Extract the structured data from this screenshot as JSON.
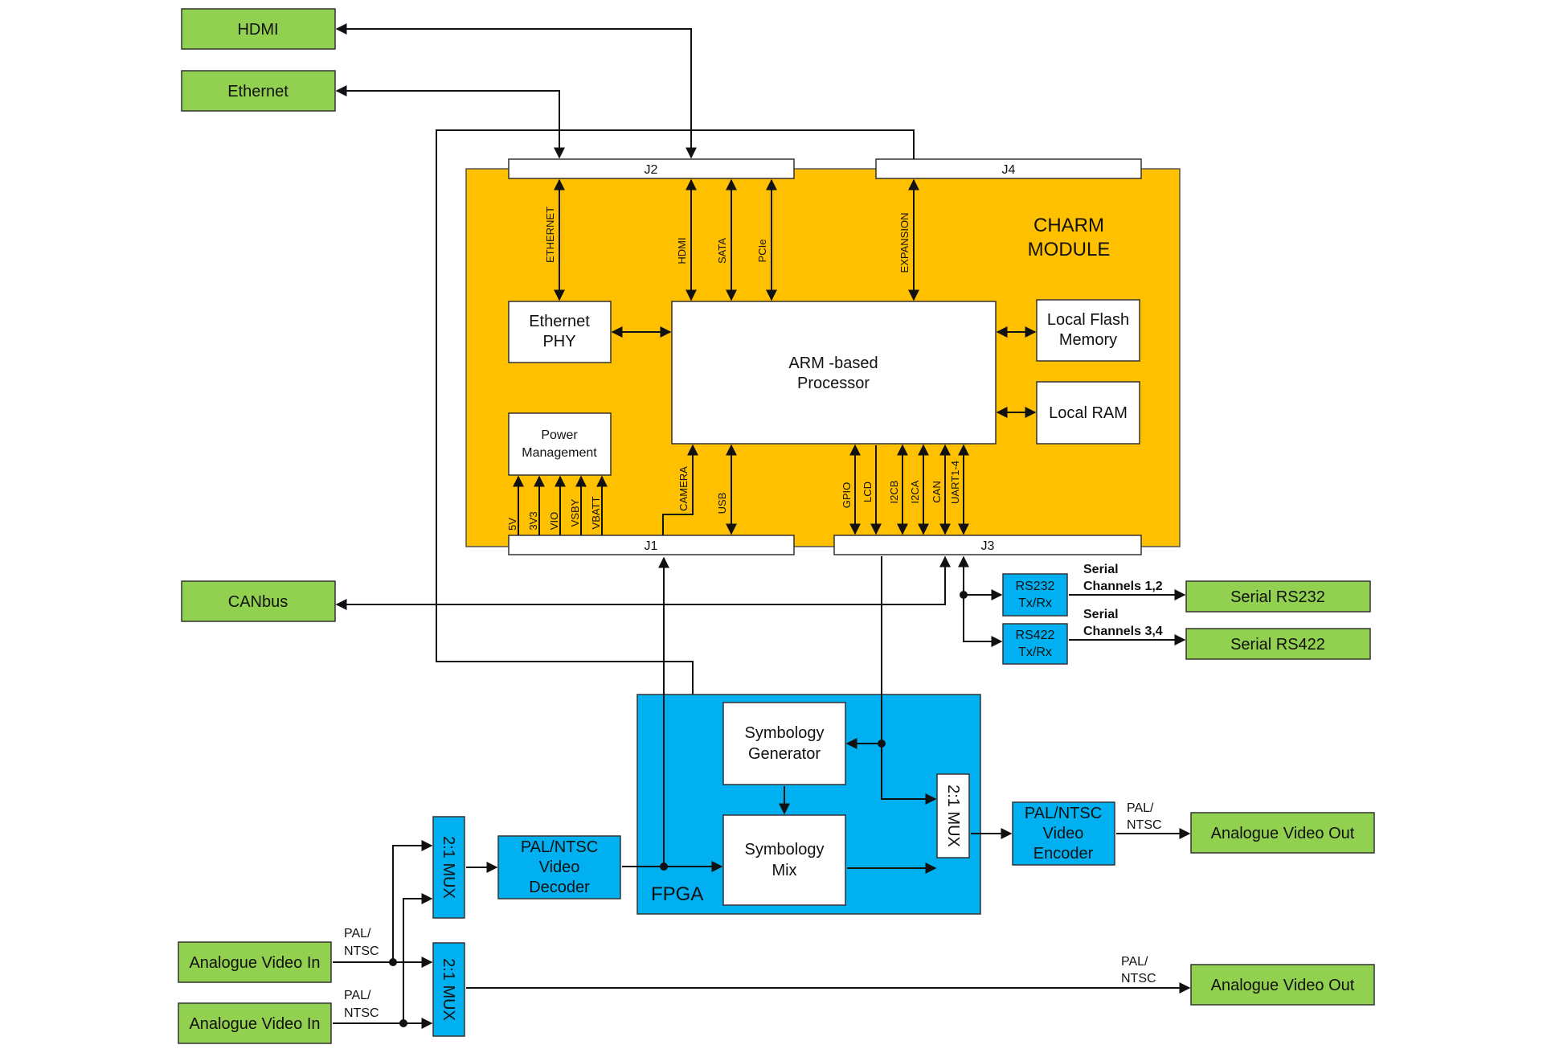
{
  "external": {
    "hdmi": "HDMI",
    "ethernet": "Ethernet",
    "canbus": "CANbus",
    "serial_rs232": "Serial RS232",
    "serial_rs422": "Serial RS422",
    "analogue_video_out": "Analogue Video Out",
    "analogue_video_in": "Analogue Video In"
  },
  "module": {
    "title_line1": "CHARM",
    "title_line2": "MODULE",
    "connectors": {
      "j1": "J1",
      "j2": "J2",
      "j3": "J3",
      "j4": "J4"
    },
    "ethernet_phy": [
      "Ethernet",
      "PHY"
    ],
    "processor": [
      "ARM -based",
      "Processor"
    ],
    "flash": [
      "Local Flash",
      "Memory"
    ],
    "ram": "Local RAM",
    "power": [
      "Power",
      "Management"
    ],
    "bus_labels": {
      "ethernet": "ETHERNET",
      "hdmi": "HDMI",
      "sata": "SATA",
      "pcie": "PCIe",
      "expansion": "EXPANSION",
      "camera": "CAMERA",
      "usb": "USB",
      "gpio": "GPIO",
      "lcd": "LCD",
      "i2cb": "I2CB",
      "i2ca": "I2CA",
      "can": "CAN",
      "uart": "UART1-4",
      "v5": "5V",
      "v3v3": "3V3",
      "vio": "VIO",
      "vsby": "VSBY",
      "vbatt": "VBATT"
    }
  },
  "serial": {
    "rs232": [
      "RS232",
      "Tx/Rx"
    ],
    "rs422": [
      "RS422",
      "Tx/Rx"
    ],
    "ch12": [
      "Serial",
      "Channels 1,2"
    ],
    "ch34": [
      "Serial",
      "Channels 3,4"
    ]
  },
  "fpga": {
    "label": "FPGA",
    "symbology_generator": [
      "Symbology",
      "Generator"
    ],
    "symbology_mix": [
      "Symbology",
      "Mix"
    ],
    "mux": "2:1 MUX"
  },
  "video": {
    "decoder": [
      "PAL/NTSC",
      "Video",
      "Decoder"
    ],
    "encoder": [
      "PAL/NTSC",
      "Video",
      "Encoder"
    ],
    "mux": "2:1 MUX",
    "pal": "PAL/",
    "ntsc": "NTSC"
  }
}
